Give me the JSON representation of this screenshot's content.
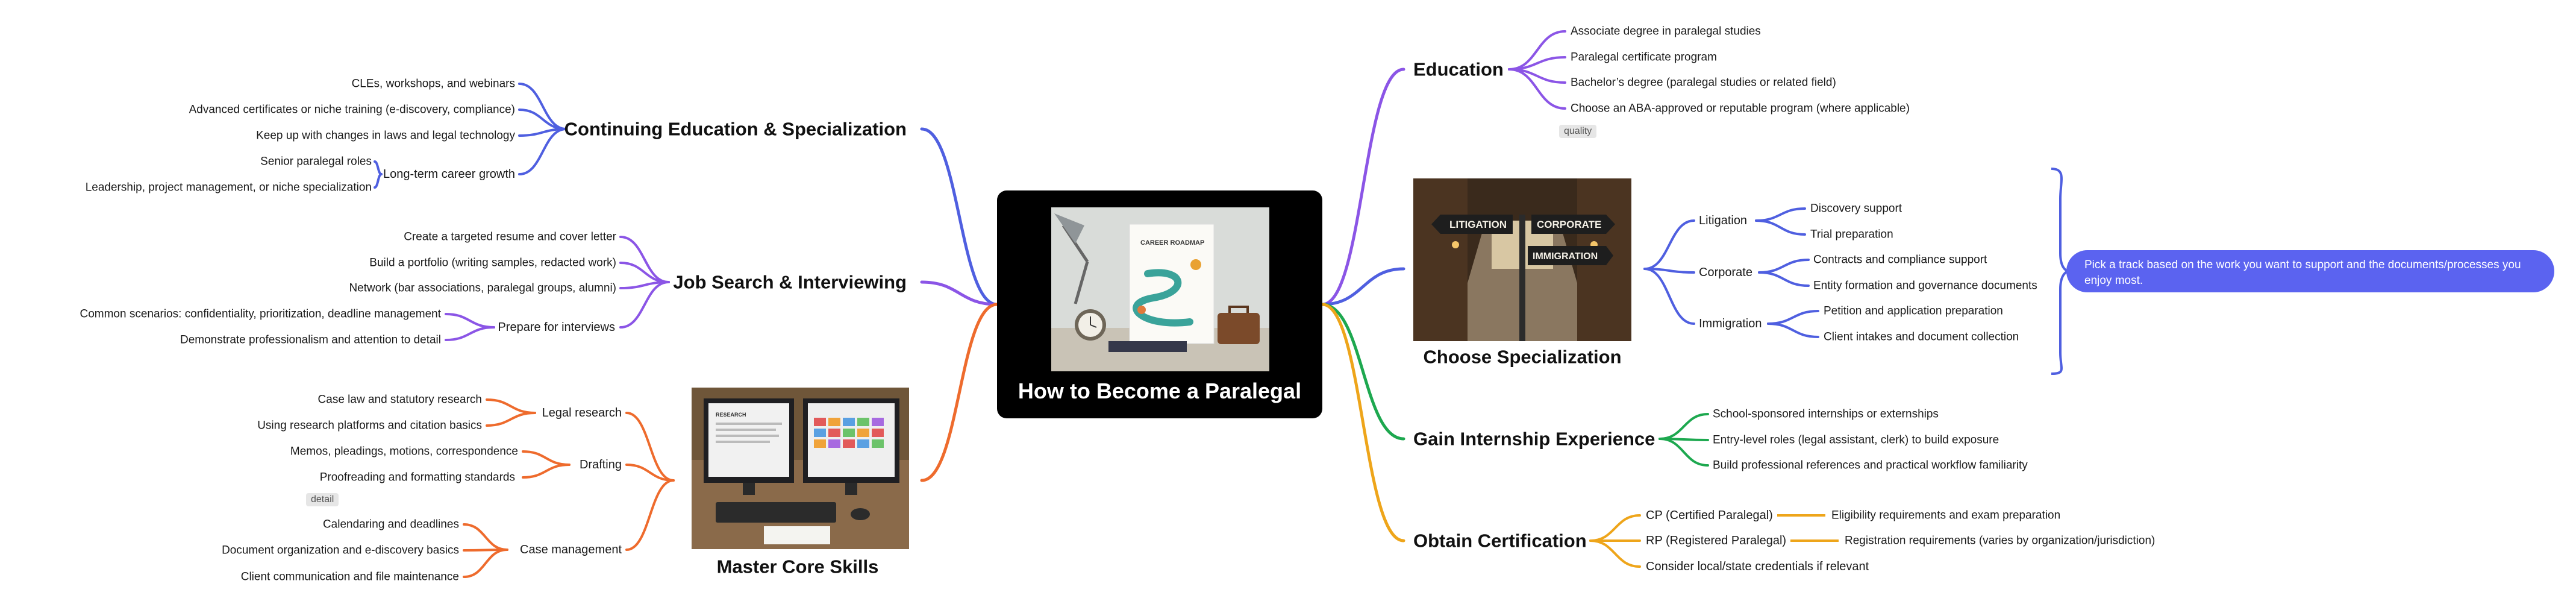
{
  "center": {
    "title": "How to Become a Paralegal"
  },
  "colors": {
    "blue": "#4f5fe0",
    "violet": "#8b55e6",
    "orange": "#ee6b2d",
    "green": "#1da84f",
    "gold": "#eea51a",
    "callout": "#5b63f0"
  },
  "branches": {
    "continuing": {
      "title": "Continuing Education & Specialization",
      "items": [
        "CLEs, workshops, and webinars",
        "Advanced certificates or niche training (e-discovery, compliance)",
        "Keep up with changes in laws and legal technology"
      ],
      "growth": {
        "label": "Long-term career growth",
        "items": [
          "Senior paralegal roles",
          "Leadership, project management, or niche specialization"
        ]
      }
    },
    "job": {
      "title": "Job Search & Interviewing",
      "items": [
        "Create a targeted resume and cover letter",
        "Build a portfolio (writing samples, redacted work)",
        "Network (bar associations, paralegal groups, alumni)"
      ],
      "prepare": {
        "label": "Prepare for interviews",
        "items": [
          "Common scenarios: confidentiality, prioritization, deadline management",
          "Demonstrate professionalism and attention to detail"
        ]
      }
    },
    "core": {
      "title": "Master Core Skills",
      "research": {
        "label": "Legal research",
        "items": [
          "Case law and statutory research",
          "Using research platforms and citation basics"
        ]
      },
      "drafting": {
        "label": "Drafting",
        "items": [
          "Memos, pleadings, motions, correspondence",
          "Proofreading and formatting standards"
        ]
      },
      "tag": "detail",
      "case": {
        "label": "Case management",
        "items": [
          "Calendaring and deadlines",
          "Document organization and e-discovery basics",
          "Client communication and file maintenance"
        ]
      }
    },
    "education": {
      "title": "Education",
      "items": [
        "Associate degree in paralegal studies",
        "Paralegal certificate program",
        "Bachelor’s degree (paralegal studies or related field)",
        "Choose an ABA-approved or reputable program (where applicable)"
      ],
      "tag": "quality"
    },
    "specialization": {
      "title": "Choose Specialization",
      "litigation": {
        "label": "Litigation",
        "items": [
          "Discovery support",
          "Trial preparation"
        ]
      },
      "corporate": {
        "label": "Corporate",
        "items": [
          "Contracts and compliance support",
          "Entity formation and governance documents"
        ]
      },
      "immigration": {
        "label": "Immigration",
        "items": [
          "Petition and application preparation",
          "Client intakes and document collection"
        ]
      },
      "callout": "Pick a track based on the work you want to support and the documents/processes you enjoy most.",
      "sign_left": "LITIGATION",
      "sign_right": "CORPORATE",
      "sign_bottom": "IMMIGRATION"
    },
    "internship": {
      "title": "Gain Internship Experience",
      "items": [
        "School-sponsored internships or externships",
        "Entry-level roles (legal assistant, clerk) to build exposure",
        "Build professional references and practical workflow familiarity"
      ]
    },
    "certification": {
      "title": "Obtain Certification",
      "cp": {
        "label": "CP (Certified Paralegal)",
        "detail": "Eligibility requirements and exam preparation"
      },
      "rp": {
        "label": "RP (Registered Paralegal)",
        "detail": "Registration requirements (varies by organization/jurisdiction)"
      },
      "local": "Consider local/state credentials if relevant"
    }
  },
  "images": {
    "poster_title": "CAREER ROADMAP",
    "monitor_title": "RESEARCH"
  }
}
